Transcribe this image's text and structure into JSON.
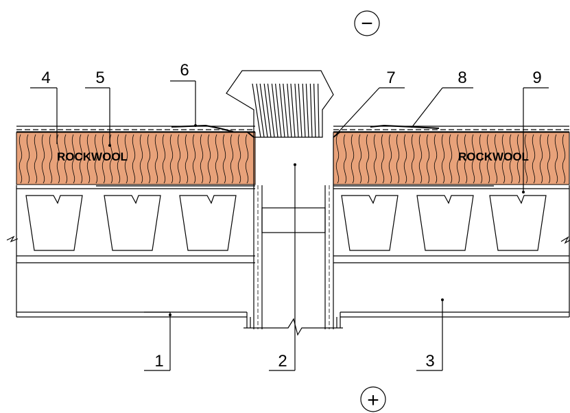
{
  "diagram": {
    "signs": {
      "top": "−",
      "bottom": "+"
    },
    "brand_left": "ROCKWOOL",
    "brand_right": "ROCKWOOL",
    "callouts": [
      "1",
      "2",
      "3",
      "4",
      "5",
      "6",
      "7",
      "8",
      "9"
    ],
    "colors": {
      "insulation": "#e8a27a",
      "insulation_edge": "#b06040",
      "line": "#000000"
    }
  }
}
